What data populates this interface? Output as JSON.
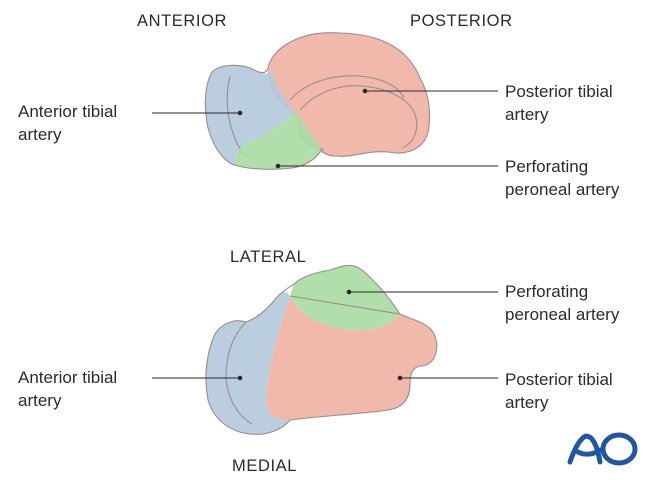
{
  "top_view": {
    "heading_left": "ANTERIOR",
    "heading_right": "POSTERIOR",
    "label_left": [
      "Anterior tibial",
      "artery"
    ],
    "label_right_upper": [
      "Posterior tibial",
      "artery"
    ],
    "label_right_lower": [
      "Perforating",
      "peroneal artery"
    ]
  },
  "bottom_view": {
    "heading_top": "LATERAL",
    "heading_bottom": "MEDIAL",
    "label_left": [
      "Anterior tibial",
      "artery"
    ],
    "label_right_upper": [
      "Perforating",
      "peroneal artery"
    ],
    "label_right_lower": [
      "Posterior tibial",
      "artery"
    ]
  },
  "logo_text": "AO",
  "colors": {
    "anterior_tibial": "#b3c9dd",
    "posterior_tibial": "#f0b1a3",
    "perforating_peroneal": "#a8dba3",
    "outline": "#9a8c8c",
    "logo": "#1f57a4"
  }
}
